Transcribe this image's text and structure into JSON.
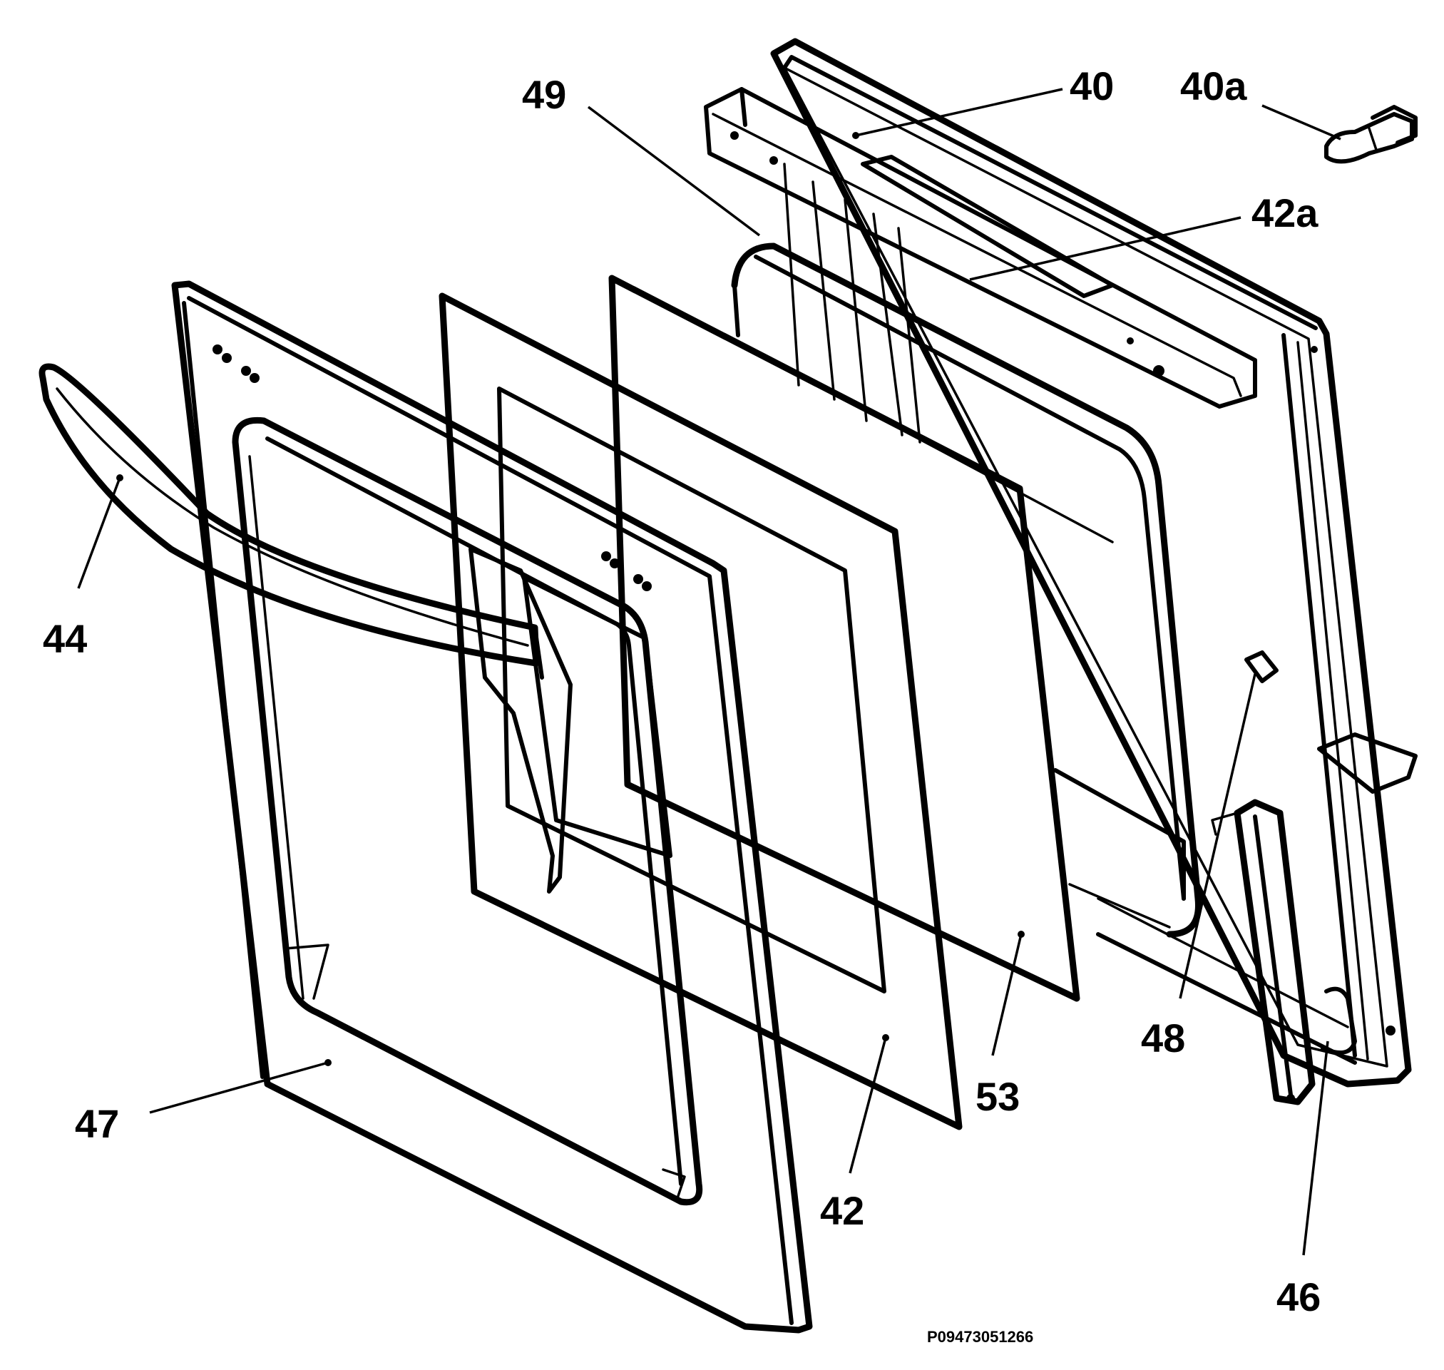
{
  "drawing_code": "P09473051266",
  "parts": [
    {
      "id": "40",
      "label": "40"
    },
    {
      "id": "40a",
      "label": "40a"
    },
    {
      "id": "42a",
      "label": "42a"
    },
    {
      "id": "49",
      "label": "49"
    },
    {
      "id": "44",
      "label": "44"
    },
    {
      "id": "47",
      "label": "47"
    },
    {
      "id": "42",
      "label": "42"
    },
    {
      "id": "53",
      "label": "53"
    },
    {
      "id": "48",
      "label": "48"
    },
    {
      "id": "46",
      "label": "46"
    }
  ]
}
